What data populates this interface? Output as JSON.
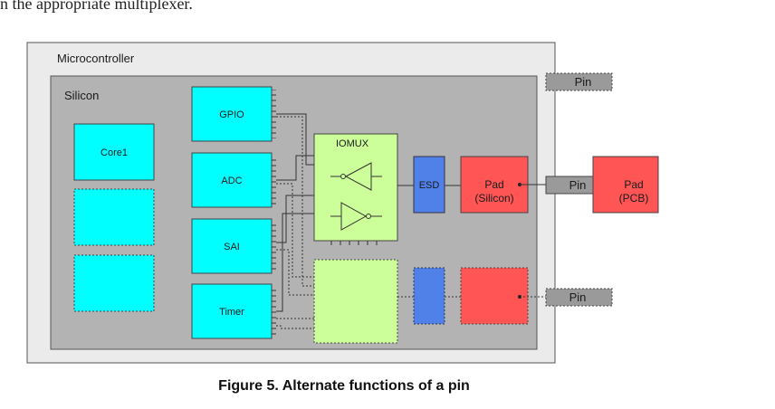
{
  "intro_text": "n the appropriate multiplexer.",
  "labels": {
    "microcontroller": "Microcontroller",
    "silicon": "Silicon",
    "core1": "Core1",
    "gpio": "GPIO",
    "adc": "ADC",
    "sai": "SAI",
    "timer": "Timer",
    "iomux": "IOMUX",
    "esd": "ESD",
    "pad_silicon_line1": "Pad",
    "pad_silicon_line2": "(Silicon)",
    "pad_pcb_line1": "Pad",
    "pad_pcb_line2": "(PCB)",
    "pin_top": "Pin",
    "pin_middle": "Pin",
    "pin_bottom": "Pin"
  },
  "caption": "Figure 5. Alternate functions of a pin",
  "colors": {
    "microcontroller_fill": "#ebebeb",
    "silicon_fill": "#b3b3b3",
    "cyan": "#00ffff",
    "light_green": "#ccff99",
    "esd_blue": "#4f81e8",
    "pad_red": "#ff5555",
    "pin_grey": "#9a9a9a"
  }
}
